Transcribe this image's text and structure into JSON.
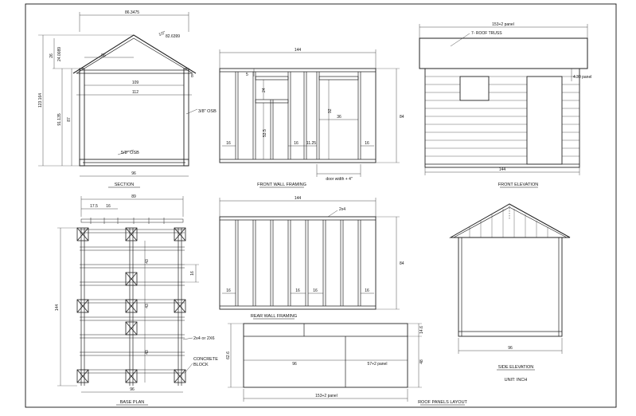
{
  "section": {
    "title": "SECTION",
    "dims": {
      "top_width": "86.3475",
      "rafter": "82.6399",
      "pitch": "1/2\"",
      "half_span": "56",
      "roof_height": "26",
      "overhang_height": "24.0089",
      "total_height": "123.164",
      "wall_height_a": "91.135",
      "wall_height_b": "87",
      "inner_width": "109",
      "outer_width": "112",
      "small_a": "8",
      "floor_width": "96"
    },
    "notes": {
      "wall_osb": "3/8\" OSB",
      "floor_osb": "5/8\" OSB"
    }
  },
  "front_wall": {
    "title": "FRONT WALL FRAMING",
    "dims": {
      "width": "144",
      "height": "84",
      "header_small": "5",
      "header": "24",
      "window_h": "92",
      "door_w": "36",
      "lower": "53.5",
      "stud_a": "16",
      "stud_b": "16",
      "stud_c": "11.25",
      "stud_d": "16",
      "door_note": "door width + 4\""
    }
  },
  "front_elevation": {
    "title": "FRONT ELEVATION",
    "panel": "153+2 panel",
    "truss": "7- ROOF TRUSS",
    "eave": "4.39 panel",
    "width": "144"
  },
  "base_plan": {
    "title": "BASE PLAN",
    "dims": {
      "top": "89",
      "spacing_a": "17.5",
      "spacing_b": "16",
      "length": "144",
      "bay_a": "43",
      "bay_b": "43",
      "bay_c": "43",
      "side": "16",
      "bottom": "96"
    },
    "notes": {
      "joist": "2x4 or 2X6",
      "block": "CONCRETE BLOCK"
    }
  },
  "rear_wall": {
    "title": "REAR WALL FRAMING",
    "dims": {
      "width": "144",
      "stud": "2x4",
      "height": "84",
      "s1": "16",
      "s2": "16",
      "s3": "16",
      "s4": "16"
    }
  },
  "roof_panels": {
    "title": "ROOF PANELS LAYOUT",
    "dims": {
      "total_height": "62.6",
      "top_strip": "14.6",
      "lower": "48",
      "panel_a": "96",
      "panel_b": "57+2 panel",
      "width": "153+2 panel"
    }
  },
  "side_elevation": {
    "title": "SIDE ELEVATION",
    "width": "96",
    "unit": "UNIT: INCH"
  }
}
